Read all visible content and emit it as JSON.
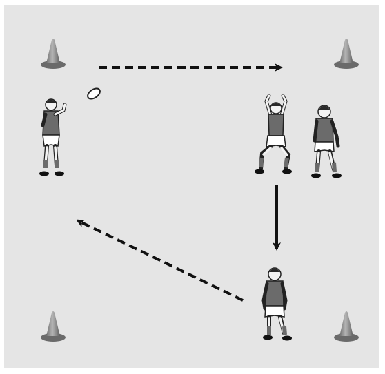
{
  "diagram": {
    "background_color": "#e5e5e5",
    "player_shirt_color": "#6b6b6b",
    "player_shorts_color": "#ffffff",
    "cone_color": "#8c8c8c",
    "arrow_color": "#111111",
    "elements": {
      "cones": [
        "cone-top-left",
        "cone-top-right",
        "cone-bottom-left",
        "cone-bottom-right"
      ],
      "players": [
        "passer",
        "catcher-jumping",
        "support-player",
        "receiver-bottom"
      ],
      "ball": "rugby-ball",
      "movements": [
        {
          "name": "pass-arrow-top",
          "style": "dashed",
          "from": "passer",
          "to": "catcher-jumping"
        },
        {
          "name": "run-arrow-down",
          "style": "solid",
          "from": "catcher-jumping",
          "to": "receiver-bottom"
        },
        {
          "name": "pass-arrow-diagonal",
          "style": "dashed",
          "from": "receiver-bottom",
          "to": "passer"
        }
      ]
    }
  }
}
